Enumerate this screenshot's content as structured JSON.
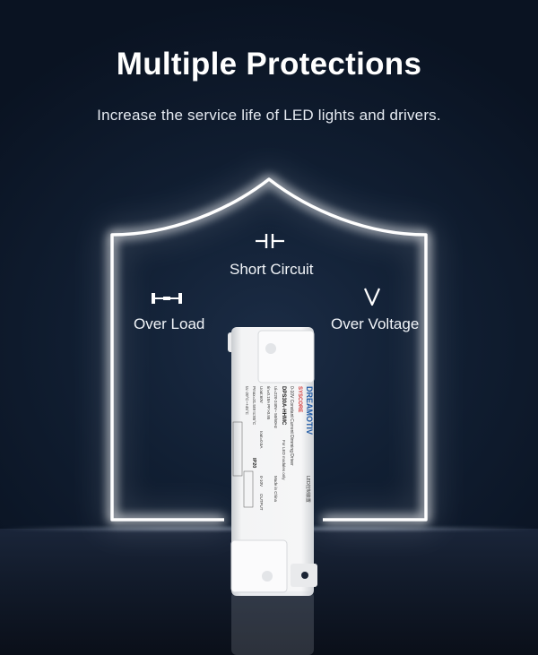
{
  "header": {
    "title": "Multiple Protections",
    "subtitle": "Increase the service life of LED lights and drivers."
  },
  "protections": [
    {
      "label": "Short Circuit",
      "icon": "capacitor-icon"
    },
    {
      "label": "Over Load",
      "icon": "dumbbell-icon"
    },
    {
      "label": "Over Voltage",
      "icon": "v-icon"
    }
  ],
  "product": {
    "brand": "DREAMOTIV",
    "sub_brand": "SYSCORE",
    "model": "DPS30A-HHMC",
    "description": "0-10V Constant Current Dimming Driver",
    "for_use": "For LED modules only",
    "input": "Ui=220-240V~ 50/60Hz",
    "input_current": "Iin=0.18A PF>0.95",
    "output": "Uout:60V",
    "current": "Iout=0.5A",
    "protect": "Pmax=31.5W tc:85°C",
    "ta": "ta:-20°C~+45°C",
    "rating": "IP20",
    "origin": "Made in China",
    "cert": "LED控制装置",
    "dim": "0-10V",
    "output_label": "OUTPUT"
  },
  "colors": {
    "background": "#0b1524",
    "shield_glow": "#ffffff",
    "text": "#ffffff",
    "driver_body": "#f2f3f4"
  }
}
